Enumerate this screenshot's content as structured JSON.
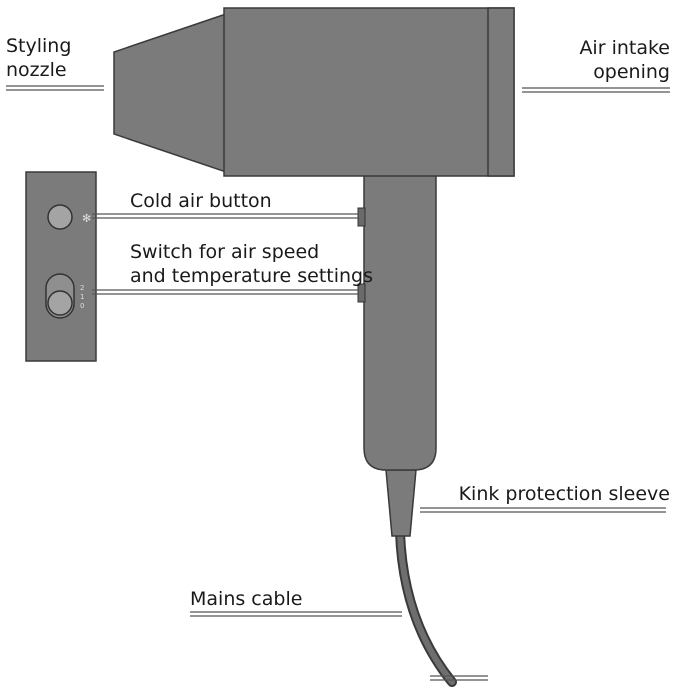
{
  "labels": {
    "styling_nozzle": [
      "Styling",
      "nozzle"
    ],
    "air_intake": [
      "Air intake",
      "opening"
    ],
    "cold_air_button": "Cold air button",
    "switch_settings": [
      "Switch for air speed",
      "and temperature settings"
    ],
    "kink_sleeve": "Kink protection sleeve",
    "mains_cable": "Mains cable"
  },
  "switch_marks": [
    "2",
    "1",
    "0"
  ],
  "colors": {
    "body": "#7b7b7b",
    "outline": "#3a3a3a",
    "button": "#a4a4a4",
    "text": "#1a1a1a"
  }
}
